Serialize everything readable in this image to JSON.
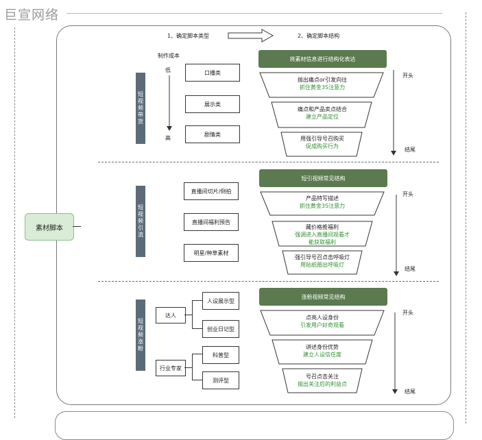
{
  "logo": "巨宣网络",
  "source_label": "素材脚本",
  "step1": "1、确定脚本类型",
  "step2": "2、确定脚本结构",
  "cost_label": "制作成本",
  "cost_low": "低",
  "cost_high": "高",
  "start_label": "开头",
  "end_label": "结尾",
  "sections": [
    {
      "sidebar": "短视频带货",
      "types": [
        "口播类",
        "展示类",
        "剧情类"
      ],
      "header": "将素材信息进行结构化表达",
      "layers": [
        {
          "line1": "抛出痛点or引发向往",
          "line2": "抓住黄金3S注意力"
        },
        {
          "line1": "痛点和产品卖点结合",
          "line2": "建立产品定位"
        },
        {
          "line1": "用强引导号召购买",
          "line2": "促成购买行为"
        }
      ]
    },
    {
      "sidebar": "短视频引流",
      "types": [
        "直播间切片/倒拍",
        "直播间福利预告",
        "明星/种草素材"
      ],
      "header": "短引视频常见结构",
      "layers": [
        {
          "line1": "产品特写描述",
          "line2": "抓住黄金3S注意力"
        },
        {
          "line1": "藏价格推福利",
          "line2": "强调进入直播间观看才",
          "line3": "能获取福利"
        },
        {
          "line1": "强引导号召点击呼吸灯",
          "line2": "用贴纸圈出呼吸灯"
        }
      ]
    },
    {
      "sidebar": "短视频涨粉",
      "groups": [
        {
          "name": "达人",
          "children": [
            "人设展示型",
            "创业日记型"
          ]
        },
        {
          "name": "行业专家",
          "children": [
            "科普型",
            "测评型"
          ]
        }
      ],
      "header": "涨粉视频常见结构",
      "layers": [
        {
          "line1": "点亮人设身份",
          "line2": "引发用户好奇观看"
        },
        {
          "line1": "讲述身份优势",
          "line2": "建立人设信任度"
        },
        {
          "line1": "号召点击关注",
          "line2": "抛出关注后的利益点"
        }
      ]
    }
  ]
}
